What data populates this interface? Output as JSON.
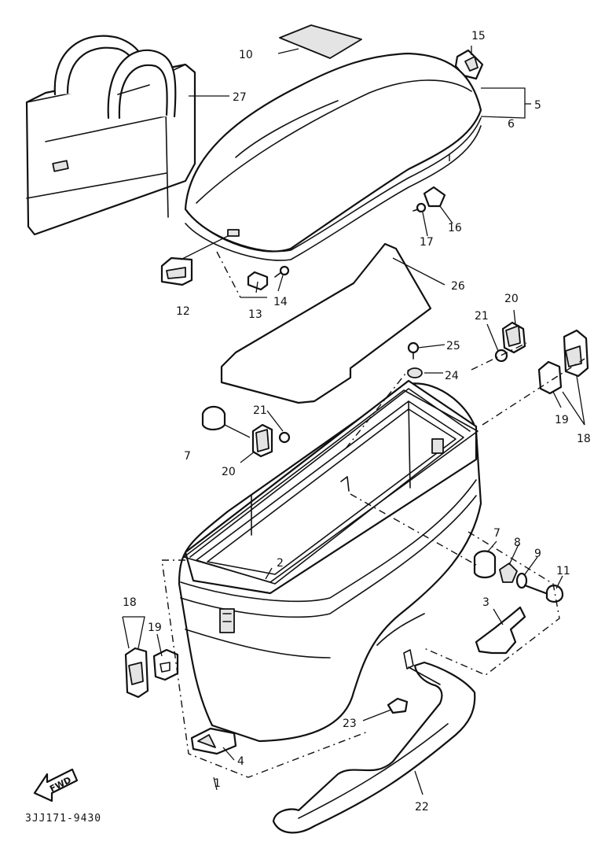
{
  "diagram_code": "3JJ171-9430",
  "fwd_label": "FWD",
  "callouts": {
    "c1": "1",
    "c2": "2",
    "c3": "3",
    "c4": "4",
    "c5": "5",
    "c6": "6",
    "c7a": "7",
    "c7b": "7",
    "c8": "8",
    "c9": "9",
    "c10": "10",
    "c11": "11",
    "c12": "12",
    "c13": "13",
    "c14": "14",
    "c15": "15",
    "c16": "16",
    "c17": "17",
    "c18a": "18",
    "c18b": "18",
    "c19a": "19",
    "c19b": "19",
    "c20a": "20",
    "c20b": "20",
    "c21a": "21",
    "c21b": "21",
    "c22": "22",
    "c23": "23",
    "c24": "24",
    "c25": "25",
    "c26": "26",
    "c27": "27"
  },
  "colors": {
    "ink": "#111111",
    "paper": "#ffffff",
    "shade": "#e4e4e4"
  }
}
